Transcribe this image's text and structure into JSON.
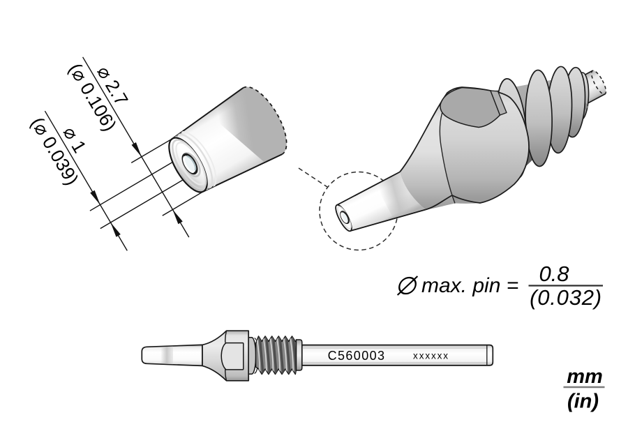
{
  "figure": {
    "detail_view": {
      "dim_outer_mm": "⌀ 2.7",
      "dim_outer_in": "(⌀ 0.106)",
      "dim_bore_mm": "⌀ 1",
      "dim_bore_in": "(⌀ 0.039)"
    },
    "max_pin": {
      "symbol": "∅",
      "label": "max. pin =",
      "value_mm": "0.8",
      "value_in": "(0.032)"
    },
    "side_view": {
      "part_number": "C560003",
      "marking": "xxxxxx"
    },
    "units": {
      "metric": "mm",
      "imperial": "(in)"
    },
    "colors": {
      "background": "#ffffff",
      "outline": "#161616",
      "dimension_line": "#111111",
      "text": "#000000",
      "metal_light": "#ffffff",
      "metal_mid": "#c9c9c9",
      "metal_dark": "#8b8b8b",
      "thread_dark": "#6f6f6f"
    }
  }
}
